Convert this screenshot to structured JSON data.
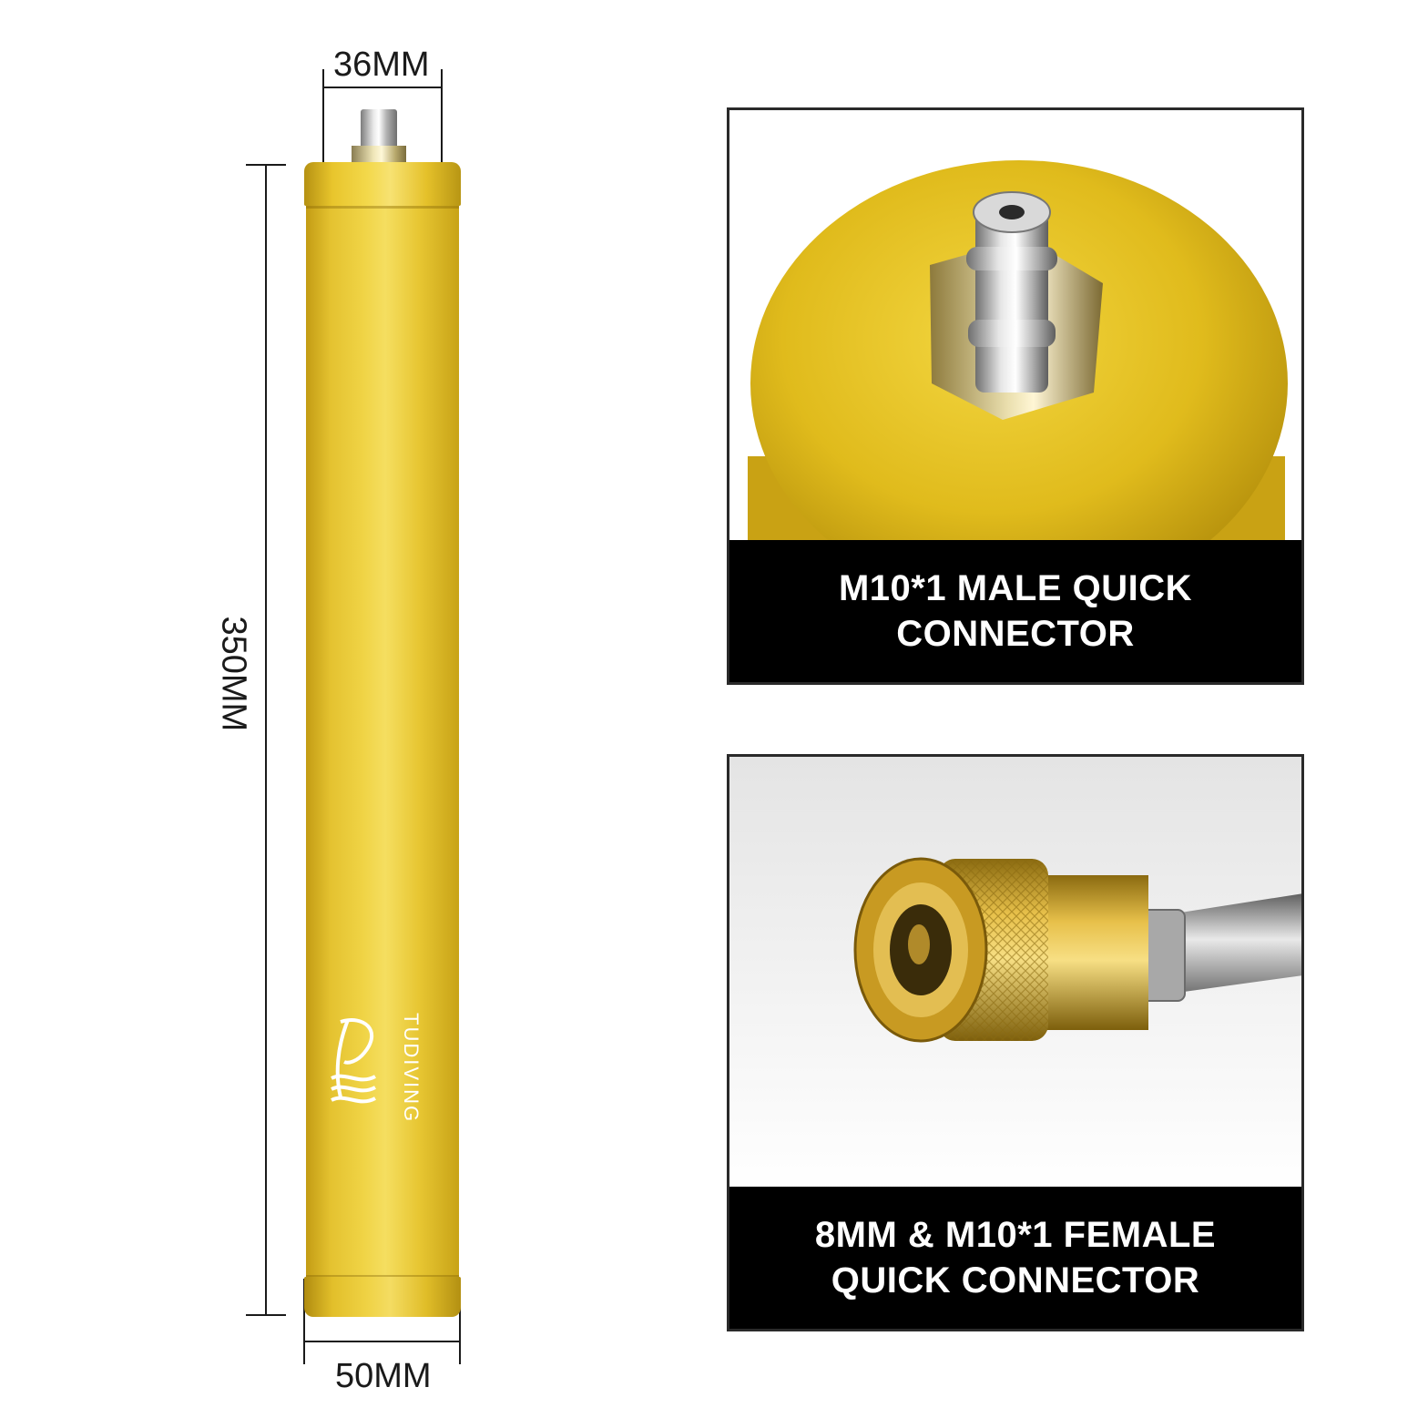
{
  "dimensions": {
    "top_width": "36MM",
    "length": "350MM",
    "bottom_width": "50MM"
  },
  "product": {
    "brand": "TUDIVING",
    "body_color": "#e9c73a"
  },
  "panels": [
    {
      "caption_line1": "M10*1 MALE QUICK",
      "caption_line2": "CONNECTOR"
    },
    {
      "caption_line1": "8MM & M10*1 FEMALE",
      "caption_line2": "QUICK CONNECTOR"
    }
  ]
}
